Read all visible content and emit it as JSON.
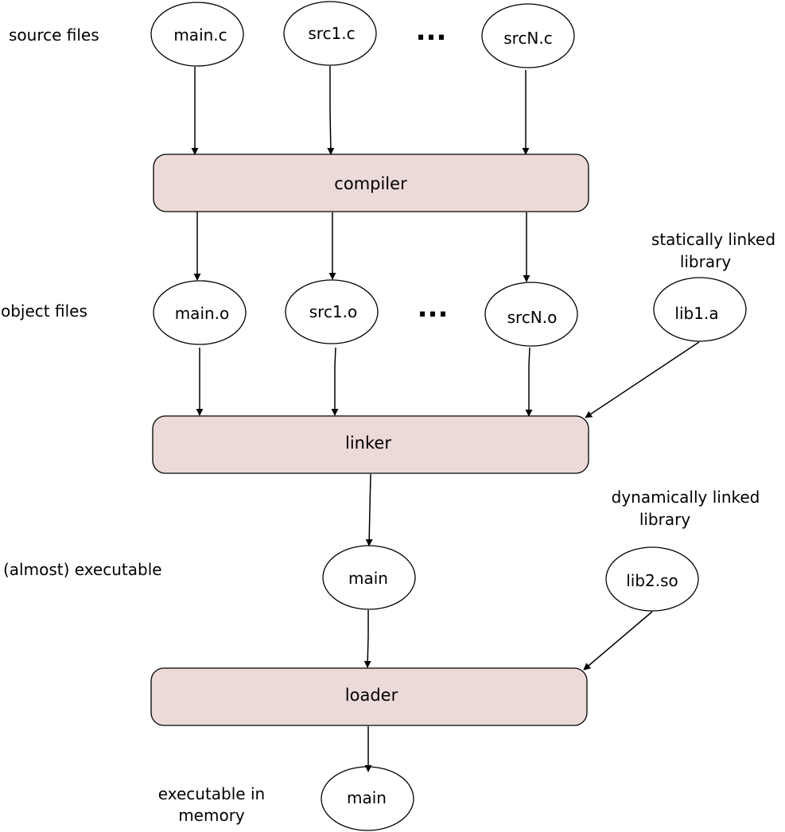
{
  "row_labels": {
    "source": "source files",
    "object": "object files",
    "almost_executable": "(almost) executable",
    "executable_memory_line1": "executable in",
    "executable_memory_line2": "memory"
  },
  "sources": {
    "main": "main.c",
    "src1": "src1.c",
    "ellipsis": "...",
    "srcN": "srcN.c"
  },
  "objects": {
    "main": "main.o",
    "src1": "src1.o",
    "ellipsis": "...",
    "srcN": "srcN.o"
  },
  "stages": {
    "compiler": "compiler",
    "linker": "linker",
    "loader": "loader"
  },
  "static_lib": {
    "caption_line1": "statically linked",
    "caption_line2": "library",
    "name": "lib1.a"
  },
  "dynamic_lib": {
    "caption_line1": "dynamically linked",
    "caption_line2": "library",
    "name": "lib2.so"
  },
  "outputs": {
    "executable": "main",
    "in_memory": "main"
  },
  "colors": {
    "stage_fill": "#ecdad8",
    "stroke": "#000000"
  }
}
